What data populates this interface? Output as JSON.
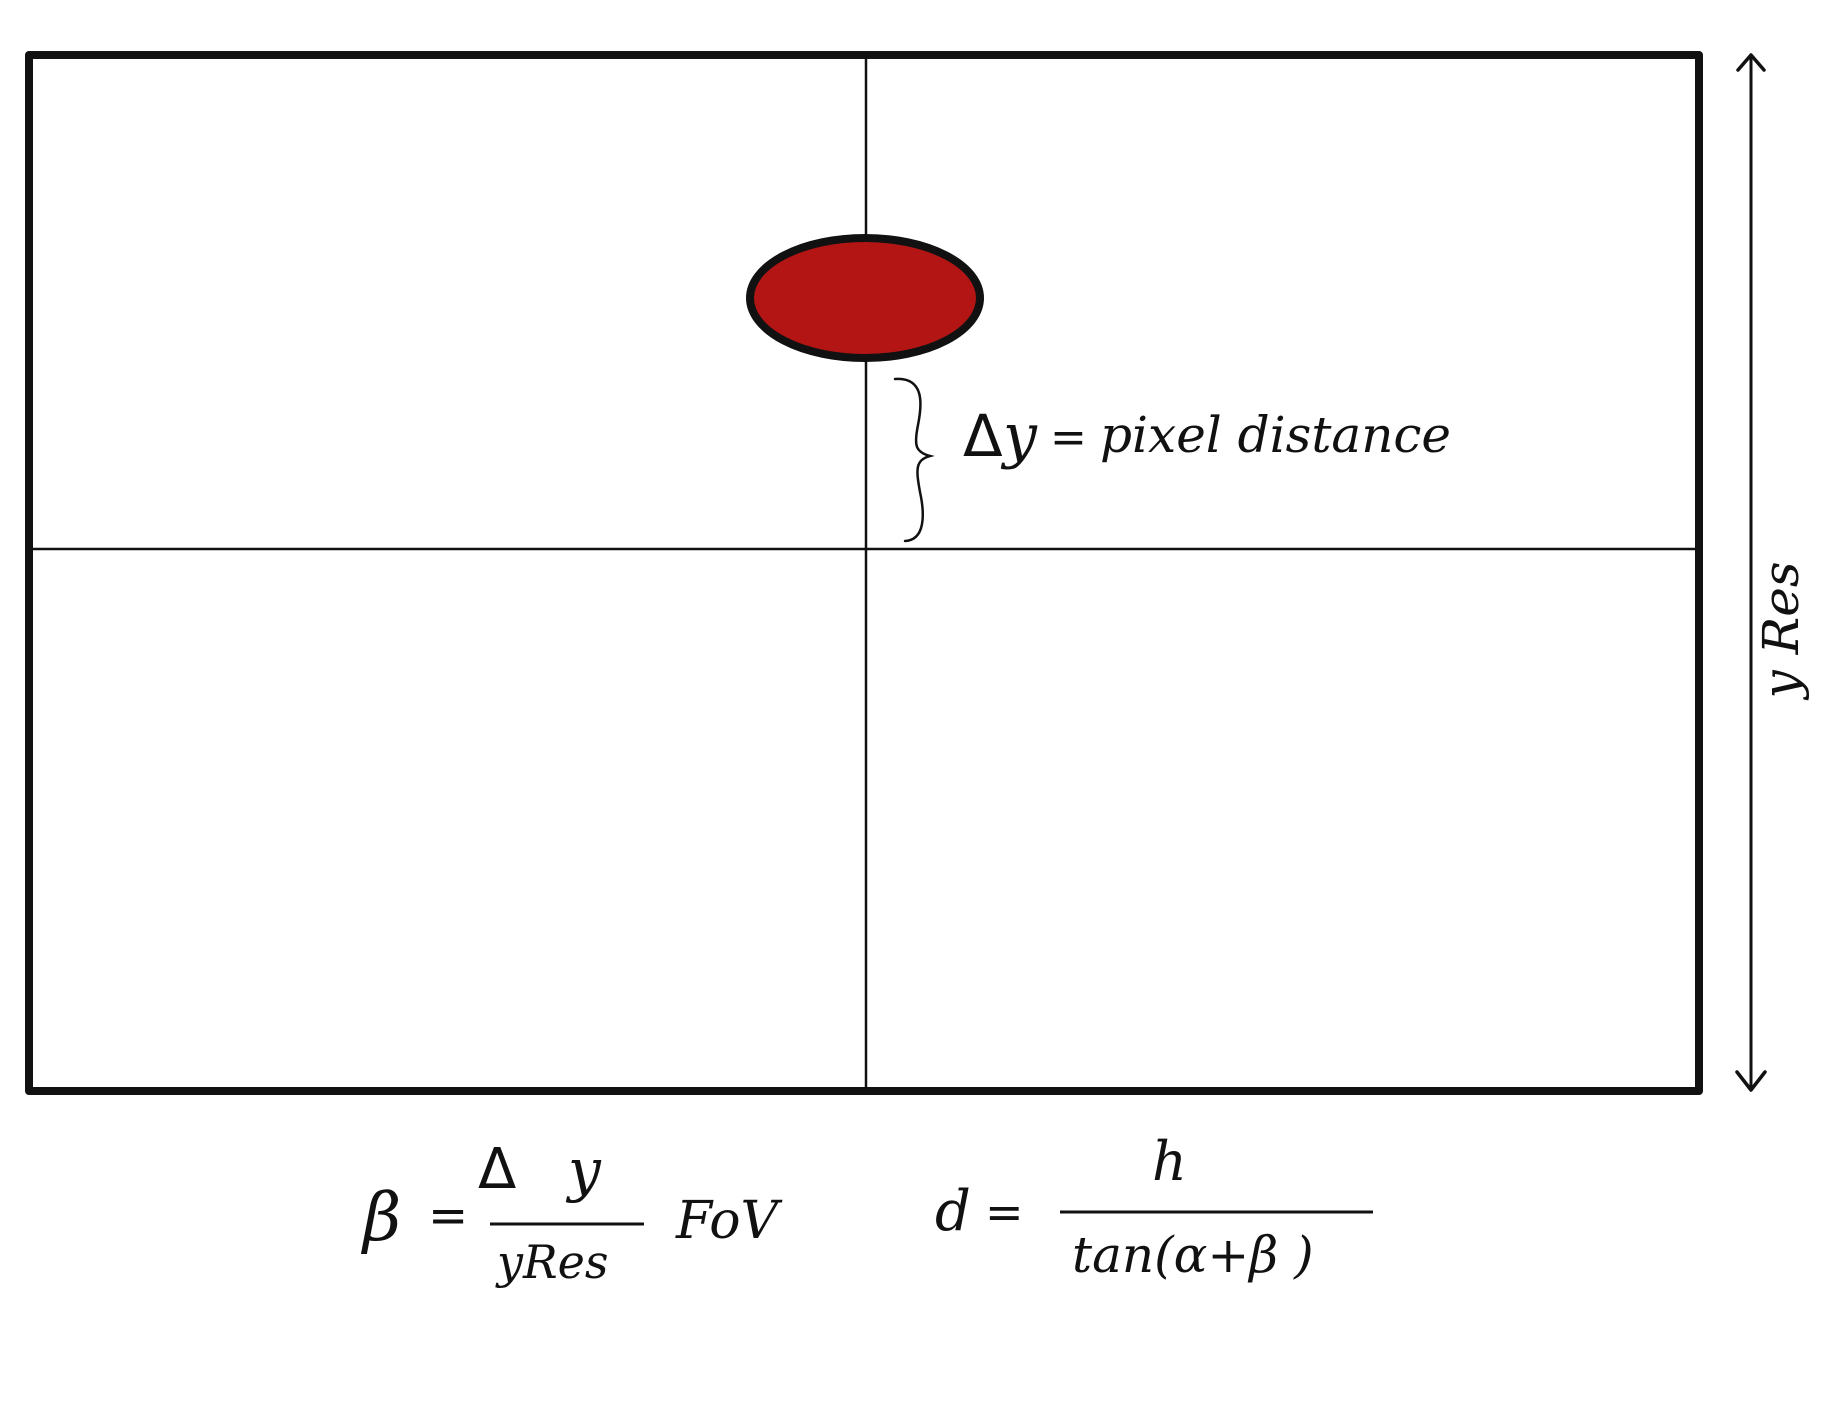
{
  "colors": {
    "stroke": "#111111",
    "dot_fill": "#b31515",
    "background": "#ffffff"
  },
  "annotation": {
    "delta_symbol": "Δ",
    "delta_var": "y",
    "equals": "=",
    "text": "pixel distance"
  },
  "side_label": "y Res",
  "formula_beta": {
    "lhs": "β",
    "equals": "=",
    "num_delta": "Δ",
    "num_var": "y",
    "denominator": "yRes",
    "factor": "FoV"
  },
  "formula_d": {
    "lhs": "d",
    "equals": "=",
    "numerator": "h",
    "denominator": "tan(α+β )"
  }
}
